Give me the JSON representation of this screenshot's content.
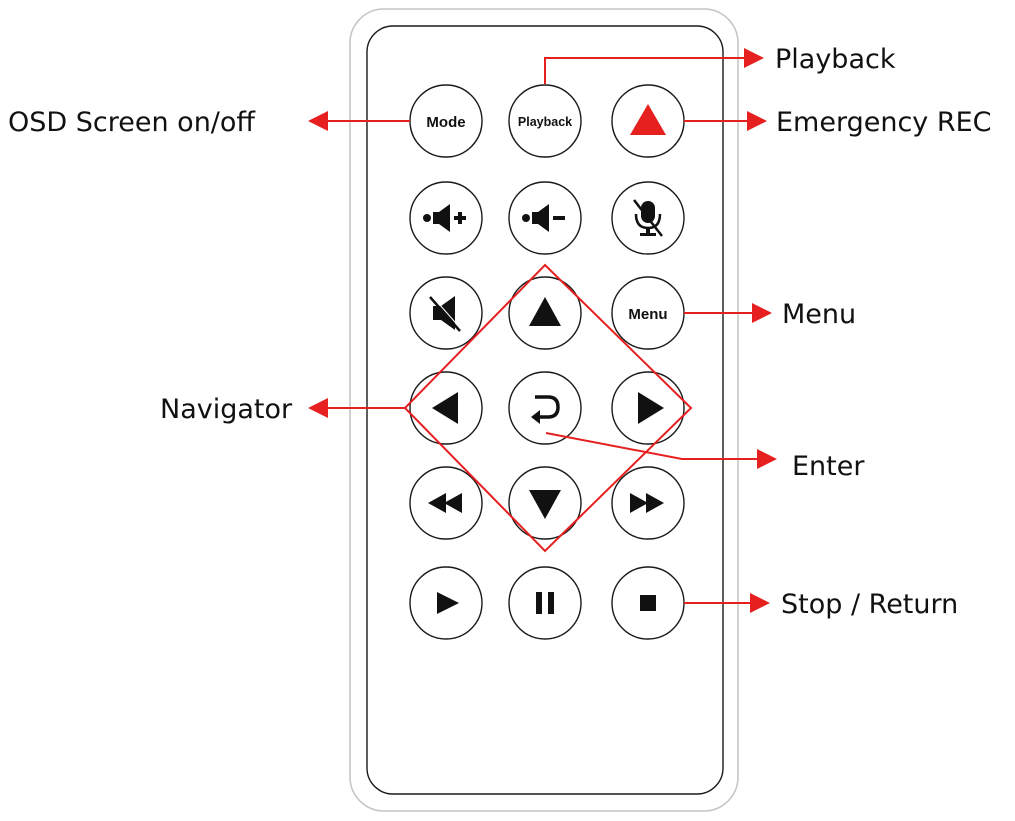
{
  "colors": {
    "outline": "#1a1a1a",
    "remote_edge": "#bbbbbb",
    "accent_red": "#e61f1f"
  },
  "buttons": {
    "mode": "Mode",
    "playback": "Playback",
    "menu": "Menu"
  },
  "callouts": {
    "playback": "Playback",
    "emergency_rec": "Emergency REC",
    "osd": "OSD  Screen  on/off",
    "menu": "Menu",
    "navigator": "Navigator",
    "enter": "Enter",
    "stop_return": "Stop / Return"
  },
  "icons": [
    "emergency-rec-triangle-icon",
    "volume-up-icon",
    "volume-down-icon",
    "mic-mute-icon",
    "speaker-mute-icon",
    "up-arrow-icon",
    "left-arrow-icon",
    "enter-return-icon",
    "right-arrow-icon",
    "rewind-icon",
    "down-arrow-icon",
    "fast-forward-icon",
    "play-icon",
    "pause-icon",
    "stop-icon"
  ]
}
